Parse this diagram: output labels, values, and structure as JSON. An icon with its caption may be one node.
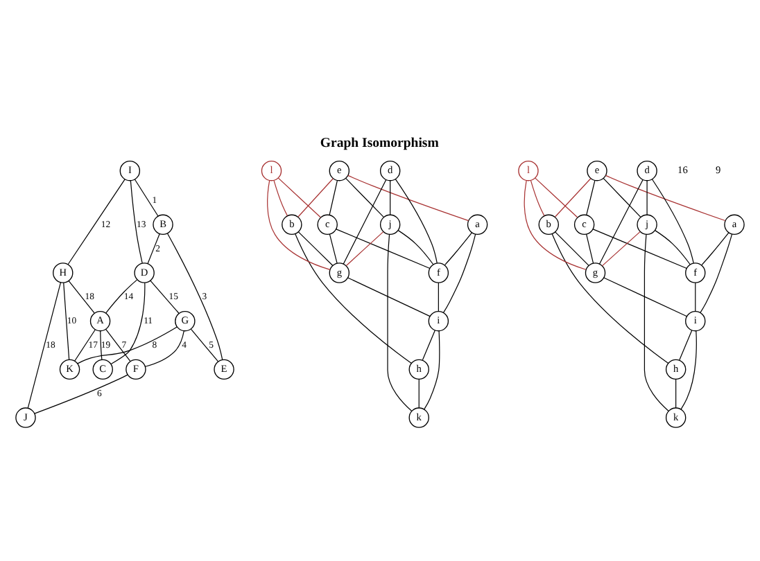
{
  "diagram": {
    "title": "Graph Isomorphism",
    "nodes": [
      {
        "text": [
          "I"
        ]
      },
      {
        "text": [
          "B"
        ]
      },
      {
        "text": [
          "D"
        ]
      },
      {
        "text": [
          "G"
        ]
      },
      {
        "text": [
          "H"
        ]
      },
      {
        "text": [
          "A"
        ]
      },
      {
        "text": [
          "C"
        ]
      },
      {
        "text": [
          "F"
        ]
      },
      {
        "text": [
          "J"
        ]
      },
      {
        "text": [
          "E"
        ]
      },
      {
        "text": [
          "K"
        ]
      },
      {
        "text": [
          "e"
        ]
      },
      {
        "text": [
          "d"
        ]
      },
      {
        "text": [
          "b"
        ]
      },
      {
        "text": [
          "l"
        ]
      },
      {
        "text": [
          "a"
        ]
      },
      {
        "text": [
          "c"
        ]
      },
      {
        "text": [
          "j"
        ]
      },
      {
        "text": [
          "f"
        ]
      },
      {
        "text": [
          "g"
        ]
      },
      {
        "text": [
          "i"
        ]
      },
      {
        "text": [
          "h"
        ]
      },
      {
        "text": [
          "k"
        ]
      },
      {
        "text": [
          "e"
        ]
      },
      {
        "text": [
          "d"
        ]
      },
      {
        "text": [
          "b"
        ]
      },
      {
        "text": [
          "l"
        ]
      },
      {
        "text": [
          "a"
        ]
      },
      {
        "text": [
          "c"
        ]
      },
      {
        "text": [
          "j"
        ]
      },
      {
        "text": [
          "f"
        ]
      },
      {
        "text": [
          "g"
        ]
      },
      {
        "text": [
          "i"
        ]
      },
      {
        "text": [
          "h"
        ]
      },
      {
        "text": [
          "k"
        ]
      }
    ],
    "edges": [
      {
        "from": 0,
        "to": 1,
        "arrow": "none",
        "label": "1"
      },
      {
        "from": 1,
        "to": 2,
        "arrow": "none",
        "label": "2"
      },
      {
        "from": 1,
        "to": 9,
        "arrow": "none",
        "label": "3"
      },
      {
        "from": 3,
        "to": 7,
        "arrow": "none",
        "label": "4"
      },
      {
        "from": 3,
        "to": 9,
        "arrow": "none",
        "label": "5"
      },
      {
        "from": 7,
        "to": 8,
        "arrow": "none",
        "label": "6"
      },
      {
        "from": 5,
        "to": 7,
        "arrow": "none",
        "label": "7"
      },
      {
        "from": 3,
        "to": 10,
        "arrow": "none",
        "label": "8"
      },
      {
        "from": 4,
        "to": 10,
        "arrow": "none",
        "label": "10"
      },
      {
        "from": 2,
        "to": 6,
        "arrow": "none",
        "label": "11"
      },
      {
        "from": 0,
        "to": 4,
        "arrow": "none",
        "label": "12"
      },
      {
        "from": 0,
        "to": 2,
        "arrow": "none",
        "label": "13"
      },
      {
        "from": 2,
        "to": 5,
        "arrow": "none",
        "label": "14"
      },
      {
        "from": 2,
        "to": 3,
        "arrow": "none",
        "label": "15"
      },
      {
        "from": 5,
        "to": 10,
        "arrow": "none",
        "label": "17"
      },
      {
        "from": 4,
        "to": 5,
        "arrow": "none",
        "label": "18"
      },
      {
        "from": 4,
        "to": 8,
        "arrow": "none",
        "label": "18"
      },
      {
        "from": 5,
        "to": 6,
        "arrow": "none",
        "label": "19"
      },
      {
        "from": 11,
        "to": 13,
        "arrow": "none",
        "color": "#a83232"
      },
      {
        "from": 11,
        "to": 15,
        "arrow": "none",
        "color": "#a83232"
      },
      {
        "from": 11,
        "to": 17,
        "arrow": "none"
      },
      {
        "from": 11,
        "to": 16,
        "arrow": "none"
      },
      {
        "from": 12,
        "to": 17,
        "arrow": "none"
      },
      {
        "from": 12,
        "to": 18,
        "arrow": "none"
      },
      {
        "from": 12,
        "to": 19,
        "arrow": "none"
      },
      {
        "from": 14,
        "to": 13,
        "arrow": "none",
        "color": "#a83232"
      },
      {
        "from": 13,
        "to": 19,
        "arrow": "none"
      },
      {
        "from": 13,
        "to": 21,
        "arrow": "none"
      },
      {
        "from": 14,
        "to": 16,
        "arrow": "none",
        "color": "#a83232"
      },
      {
        "from": 14,
        "to": 19,
        "arrow": "none",
        "color": "#a83232"
      },
      {
        "from": 15,
        "to": 18,
        "arrow": "none"
      },
      {
        "from": 15,
        "to": 20,
        "arrow": "none"
      },
      {
        "from": 16,
        "to": 18,
        "arrow": "none"
      },
      {
        "from": 16,
        "to": 19,
        "arrow": "none"
      },
      {
        "from": 17,
        "to": 18,
        "arrow": "none"
      },
      {
        "from": 17,
        "to": 19,
        "arrow": "none",
        "color": "#a83232"
      },
      {
        "from": 17,
        "to": 22,
        "arrow": "none"
      },
      {
        "from": 18,
        "to": 20,
        "arrow": "none"
      },
      {
        "from": 19,
        "to": 20,
        "arrow": "none"
      },
      {
        "from": 20,
        "to": 22,
        "arrow": "none"
      },
      {
        "from": 20,
        "to": 21,
        "arrow": "none"
      },
      {
        "from": 21,
        "to": 22,
        "arrow": "none"
      },
      {
        "from": 23,
        "to": 25,
        "arrow": "none",
        "color": "#a83232"
      },
      {
        "from": 23,
        "to": 27,
        "arrow": "none",
        "color": "#a83232"
      },
      {
        "from": 23,
        "to": 29,
        "arrow": "none"
      },
      {
        "from": 23,
        "to": 28,
        "arrow": "none"
      },
      {
        "from": 24,
        "to": 29,
        "arrow": "none"
      },
      {
        "from": 24,
        "to": 30,
        "arrow": "none"
      },
      {
        "from": 24,
        "to": 31,
        "arrow": "none"
      },
      {
        "from": 26,
        "to": 25,
        "arrow": "none",
        "color": "#a83232"
      },
      {
        "from": 25,
        "to": 31,
        "arrow": "none"
      },
      {
        "from": 25,
        "to": 33,
        "arrow": "none"
      },
      {
        "from": 26,
        "to": 28,
        "arrow": "none",
        "color": "#a83232"
      },
      {
        "from": 26,
        "to": 31,
        "arrow": "none",
        "color": "#a83232"
      },
      {
        "from": 27,
        "to": 30,
        "arrow": "none"
      },
      {
        "from": 27,
        "to": 32,
        "arrow": "none"
      },
      {
        "from": 28,
        "to": 30,
        "arrow": "none"
      },
      {
        "from": 28,
        "to": 31,
        "arrow": "none"
      },
      {
        "from": 29,
        "to": 30,
        "arrow": "none"
      },
      {
        "from": 29,
        "to": 31,
        "arrow": "none",
        "color": "#a83232"
      },
      {
        "from": 29,
        "to": 34,
        "arrow": "none"
      },
      {
        "from": 30,
        "to": 32,
        "arrow": "none"
      },
      {
        "from": 31,
        "to": 32,
        "arrow": "none"
      },
      {
        "from": 32,
        "to": 34,
        "arrow": "none"
      },
      {
        "from": 32,
        "to": 33,
        "arrow": "none"
      },
      {
        "from": 33,
        "to": 34,
        "arrow": "none"
      }
    ],
    "labels": [
      "16",
      "9"
    ]
  }
}
